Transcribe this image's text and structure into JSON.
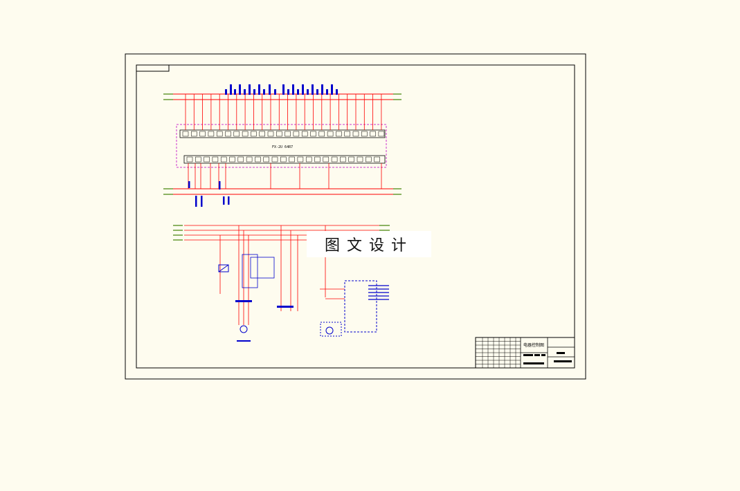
{
  "drawing": {
    "plc_model": "FX-2U 64R7",
    "watermark": "图文设计",
    "title_block": {
      "drawing_title": "电器控制图"
    }
  },
  "colors": {
    "background": "#fefcef",
    "border": "#000000",
    "wire": "#ff0000",
    "component": "#0000cc",
    "terminal": "#669933",
    "plc_box": "#cc33cc"
  }
}
